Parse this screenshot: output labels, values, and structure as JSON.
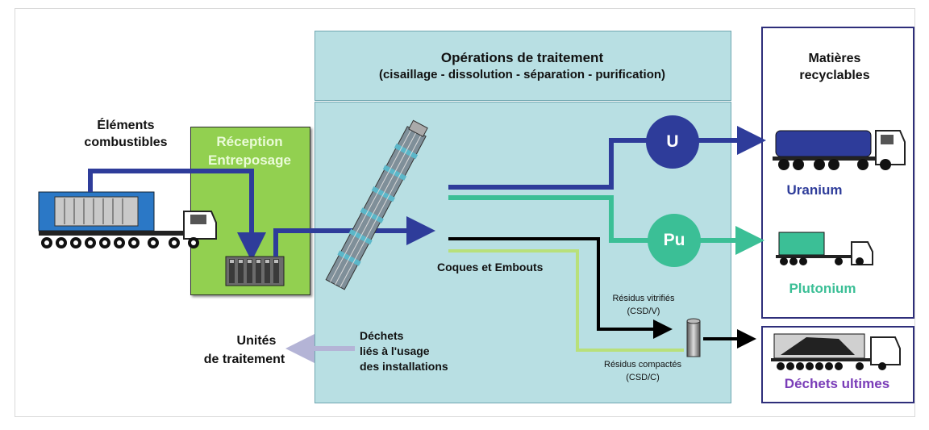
{
  "headers": {
    "operations_title": "Opérations de traitement",
    "operations_subtitle": "(cisaillage - dissolution - séparation - purification)",
    "matieres_line1": "Matières",
    "matieres_line2": "recyclables"
  },
  "reception": {
    "line1": "Réception",
    "line2": "Entreposage"
  },
  "inputs": {
    "line1": "Éléments",
    "line2": "combustibles"
  },
  "nodes": {
    "uranium_symbol": "U",
    "plutonium_symbol": "Pu"
  },
  "outputs": {
    "uranium": "Uranium",
    "plutonium": "Plutonium",
    "dechets_ultimes": "Déchets ultimes"
  },
  "streams": {
    "coques": "Coques et Embouts",
    "vitrifies_line1": "Résidus vitrifiés",
    "vitrifies_line2": "(CSD/V)",
    "compactes_line1": "Résidus compactés",
    "compactes_line2": "(CSD/C)"
  },
  "side": {
    "unites_line1": "Unités",
    "unites_line2": "de traitement",
    "dechets_line1": "Déchets",
    "dechets_line2": "liés à  l'usage",
    "dechets_line3": "des installations"
  },
  "colors": {
    "uranium": "#2e3c9a",
    "plutonium": "#3bbf96",
    "reception": "#92d050",
    "process": "#b8dfe3",
    "ultimes_text": "#7a3db8",
    "compactes_line": "#b8e07a",
    "unites_arrow": "#b4b4d6"
  }
}
